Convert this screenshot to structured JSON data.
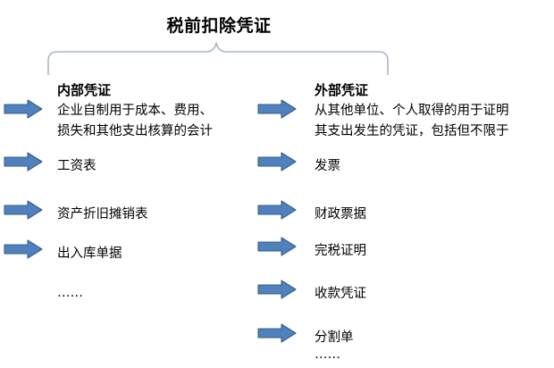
{
  "diagram": {
    "title": "税前扣除凭证",
    "colors": {
      "arrow_fill": "#4F81BD",
      "arrow_stroke": "#385D8A",
      "brace_stroke": "#A8B6C4",
      "text": "#000000",
      "background": "#FFFFFF"
    },
    "brace": {
      "name": "curly-brace-connector",
      "orientation": "down"
    },
    "columns": [
      {
        "id": "internal",
        "header": "内部凭证",
        "description_lines": [
          "企业自制用于成本、费用、",
          "损失和其他支出核算的会计"
        ],
        "items": [
          "工资表",
          "资产折旧摊销表",
          "出入库单据"
        ],
        "ellipsis": "……"
      },
      {
        "id": "external",
        "header": "外部凭证",
        "description_lines": [
          "从其他单位、个人取得的用于证明",
          "其支出发生的凭证，包括但不限于"
        ],
        "items": [
          "发票",
          "财政票据",
          "完税证明",
          "收款凭证",
          "分割单"
        ],
        "ellipsis": "……"
      }
    ]
  }
}
